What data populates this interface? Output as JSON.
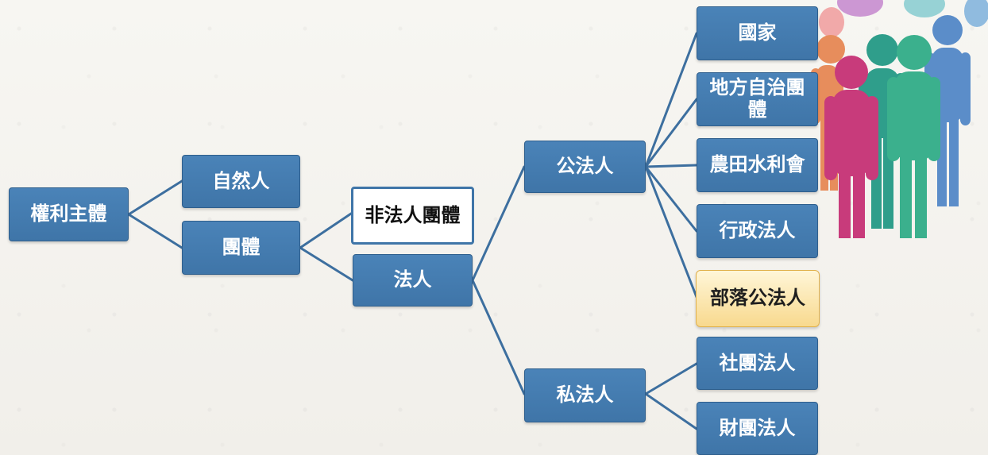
{
  "diagram": {
    "nodes": {
      "root": "權利主體",
      "natural_person": "自然人",
      "group": "團體",
      "non_juristic_group": "非法人團體",
      "juristic_person": "法人",
      "public_juristic_person": "公法人",
      "private_juristic_person": "私法人",
      "state": "國家",
      "local_self_government": "地方自治團\n體",
      "irrigation_association": "農田水利會",
      "administrative_juristic_person": "行政法人",
      "tribal_public_juristic_person": "部落公法人",
      "association_juristic_person": "社團法人",
      "foundation_juristic_person": "財團法人"
    },
    "colors": {
      "box_blue": "#3f75a8",
      "line_blue": "#3d6f9f",
      "highlight_box": "#f8d98e"
    }
  },
  "decoration": {
    "illustration": "people-crowd-icon"
  }
}
